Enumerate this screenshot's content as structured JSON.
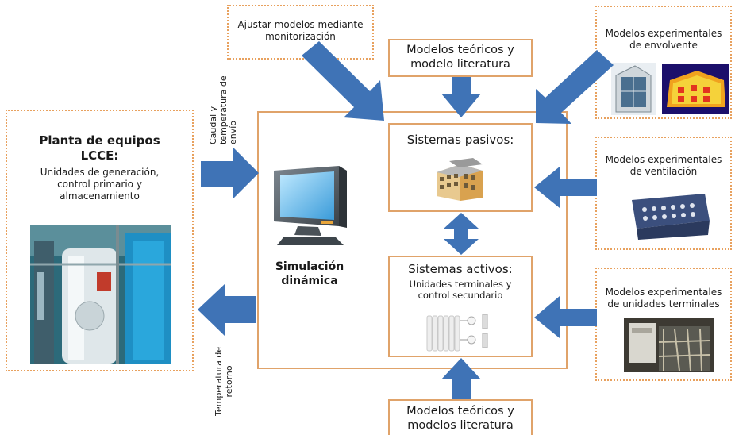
{
  "left_plant": {
    "title_line1": "Planta de equipos",
    "title_line2": "LCCE:",
    "desc_line1": "Unidades de generación,",
    "desc_line2": "control primario y",
    "desc_line3": "almacenamiento"
  },
  "top_left_note": {
    "line1": "Ajustar modelos mediante",
    "line2": "monitorización"
  },
  "top_center_models": {
    "line1": "Modelos teóricos y",
    "line2": "modelo literatura"
  },
  "bottom_center_models": {
    "line1": "Modelos teóricos y",
    "line2": "modelos literatura"
  },
  "right_envelope": {
    "line1": "Modelos experimentales",
    "line2": "de envolvente"
  },
  "right_ventilation": {
    "line1": "Modelos experimentales",
    "line2": "de ventilación"
  },
  "right_terminal": {
    "line1": "Modelos experimentales",
    "line2": "de unidades terminales"
  },
  "passive": {
    "title": "Sistemas pasivos:"
  },
  "active": {
    "title": "Sistemas activos:",
    "line1": "Unidades terminales y",
    "line2": "control secundario"
  },
  "simulation": {
    "line1": "Simulación",
    "line2": "dinámica"
  },
  "labels": {
    "supply_line1": "Caudal y",
    "supply_line2": "temperatura de",
    "supply_line3": "envío",
    "return_line1": "Temperatura de",
    "return_line2": "retorno"
  },
  "colors": {
    "arrow_blue": "#3f73b6",
    "box_border": "#e0a36a"
  },
  "icons": {
    "computer": "computer-icon",
    "building": "building-icon",
    "radiator": "radiator-icon"
  }
}
